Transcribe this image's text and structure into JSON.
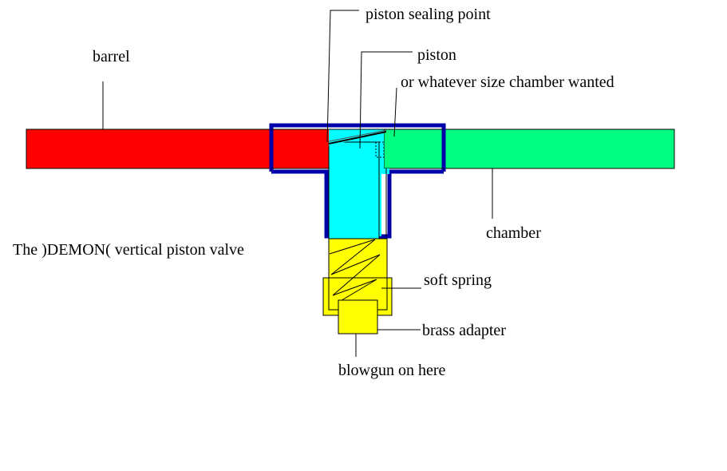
{
  "title": "The )DEMON( vertical piston valve",
  "labels": {
    "barrel": "barrel",
    "piston_sealing_point": "piston sealing point",
    "piston": "piston",
    "chamber_note": "or whatever size chamber wanted",
    "chamber": "chamber",
    "soft_spring": "soft spring",
    "brass_adapter": "brass adapter",
    "blowgun": "blowgun on here"
  },
  "colors": {
    "barrel": "#ff0000",
    "chamber": "#00ff80",
    "housing": "#0000aa",
    "piston": "#00ffff",
    "spring_body": "#ffff00",
    "outline": "#000000"
  }
}
